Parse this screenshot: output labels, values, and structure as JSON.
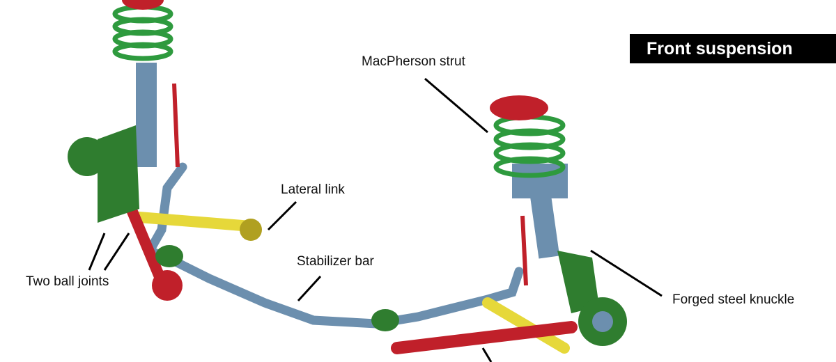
{
  "title": "Front suspension",
  "labels": {
    "macpherson": "MacPherson strut",
    "lateral_link": "Lateral link",
    "stabilizer": "Stabilizer bar",
    "ball_joints": "Two ball joints",
    "knuckle": "Forged steel knuckle"
  },
  "colors": {
    "spring": "#2e9a3e",
    "strut": "#6c8fae",
    "arm": "#c0202a",
    "link": "#e6d83a",
    "knuckle": "#2f7d2f"
  }
}
